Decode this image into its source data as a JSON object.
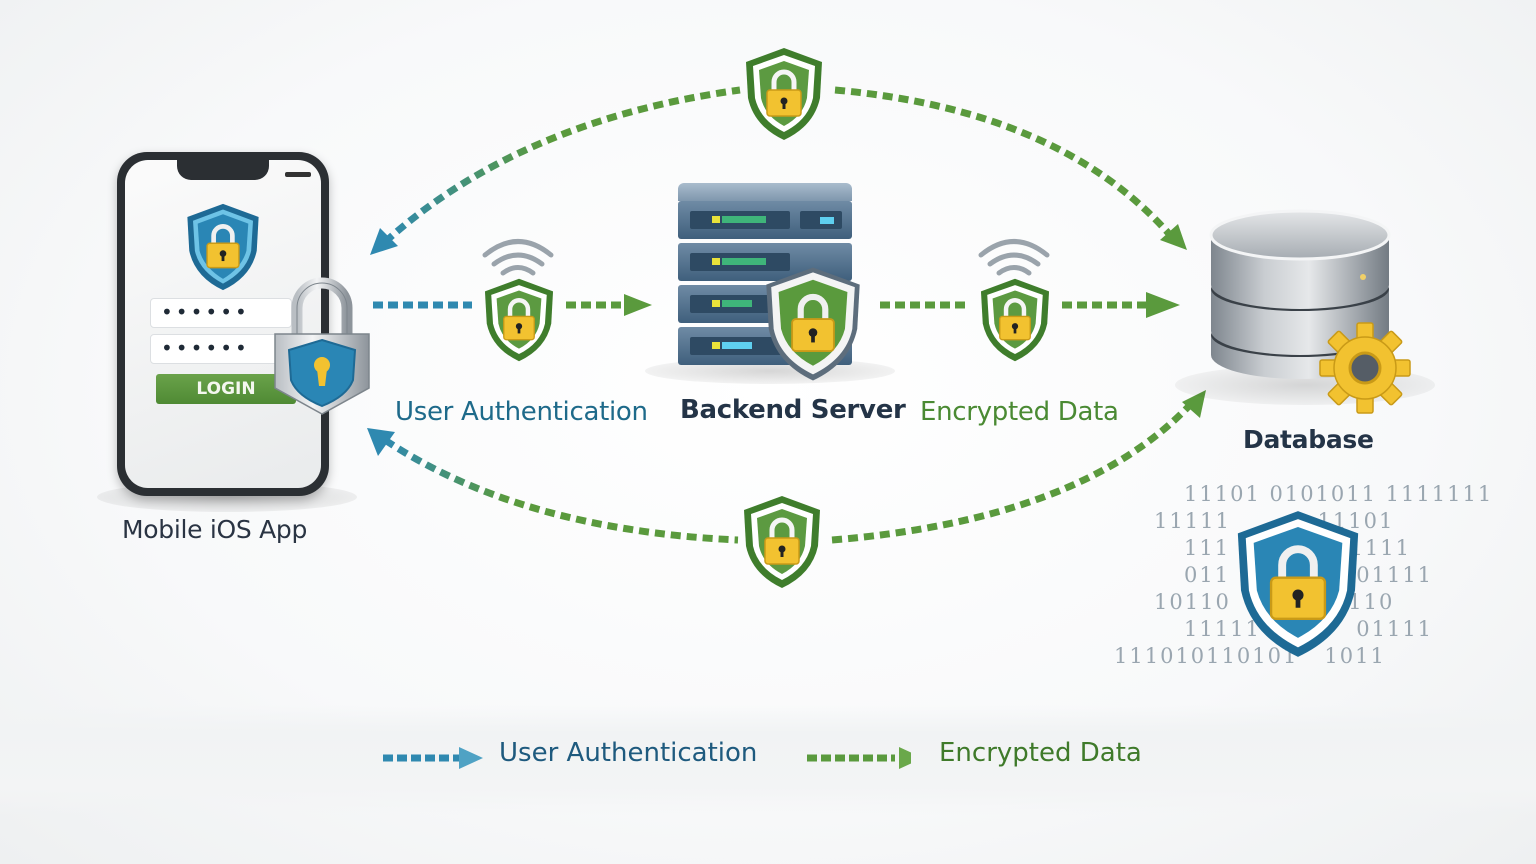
{
  "diagram": {
    "nodes": {
      "mobile": {
        "label": "Mobile iOS App"
      },
      "server": {
        "label": "Backend Server"
      },
      "database": {
        "label": "Database"
      }
    },
    "mobile_screen": {
      "password_mask_1": "••••••",
      "password_mask_2": "••••••",
      "login_button": "LOGIN"
    },
    "flow_labels": {
      "auth": "User Authentication",
      "encrypted": "Encrypted Data"
    },
    "binary_rows": [
      "11101 0101011 1111111",
      "11111          11101",
      "111            01111",
      "011           1101111",
      "10110          10110",
      "11111           01111",
      "111010110101   1011"
    ],
    "legend": [
      {
        "label": "User Authentication",
        "color": "#2f89b0"
      },
      {
        "label": "Encrypted Data",
        "color": "#5a9a3d"
      }
    ],
    "colors": {
      "auth_blue": "#2f89b0",
      "encrypt_green": "#5a9a3d",
      "shield_green": "#4f8f38",
      "shield_blue": "#2a86b5",
      "lock_gold": "#f2c230",
      "text_dark": "#243447"
    }
  }
}
